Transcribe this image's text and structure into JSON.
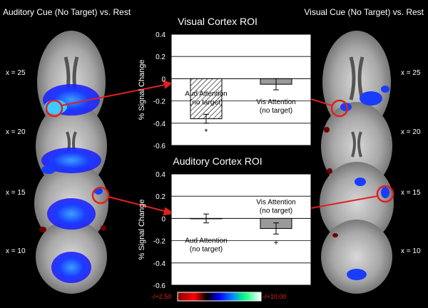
{
  "header": {
    "left_title": "Auditory Cue (No Target) vs. Rest",
    "right_title": "Visual Cue (No Target) vs. Rest"
  },
  "slices": {
    "left": [
      "x = 25",
      "x = 20",
      "x = 15",
      "x = 10"
    ],
    "right": [
      "x = 25",
      "x = 20",
      "x = 15",
      "x = 10"
    ]
  },
  "colorbar": {
    "min_label": "-/+2.50",
    "max_label": "-/+10.00"
  },
  "chart_data": [
    {
      "type": "bar",
      "title": "Visual Cortex ROI",
      "ylabel": "% Signal Change",
      "ylim": [
        -0.6,
        0.4
      ],
      "yticks": [
        "0.4",
        "0.2",
        "0",
        "-0.2",
        "-0.4",
        "-0.6"
      ],
      "grid": true,
      "categories": [
        "Aud Attention (no target)",
        "Vis Attention (no target)"
      ],
      "bar_labels": [
        {
          "line1": "Aud Attention",
          "line2": "(no target)"
        },
        {
          "line1": "Vis Attention",
          "line2": "(no target)"
        }
      ],
      "values": [
        -0.36,
        -0.05
      ],
      "errors": [
        0.04,
        0.05
      ],
      "annotations": [
        "*",
        ""
      ]
    },
    {
      "type": "bar",
      "title": "Auditory Cortex ROI",
      "ylabel": "% Signal Change",
      "ylim": [
        -0.6,
        0.4
      ],
      "yticks": [
        "0.4",
        "0.2",
        "0",
        "-0.2",
        "-0.4",
        "-0.6"
      ],
      "grid": true,
      "categories": [
        "Aud Attention (no target)",
        "Vis Attention (no target)"
      ],
      "bar_labels": [
        {
          "line1": "Aud Attention",
          "line2": "(no target)"
        },
        {
          "line1": "Vis Attention",
          "line2": "(no target)"
        }
      ],
      "values": [
        0.0,
        -0.09
      ],
      "errors": [
        0.04,
        0.05
      ],
      "annotations": [
        "",
        "+"
      ]
    }
  ]
}
